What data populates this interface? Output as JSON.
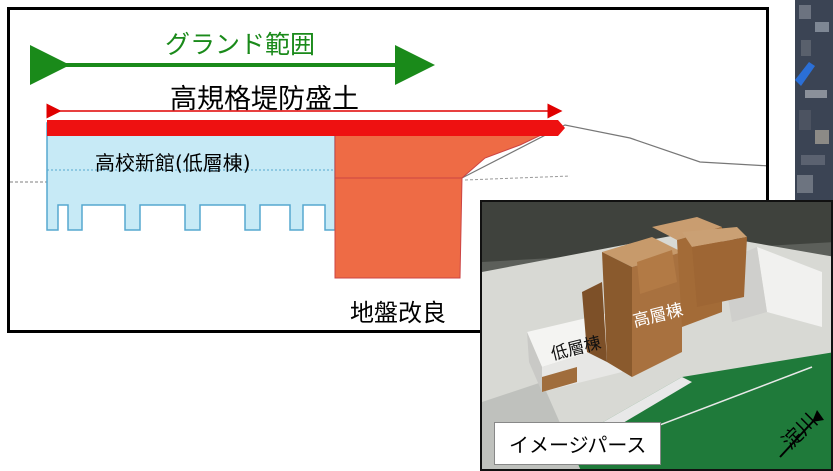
{
  "diagram": {
    "ground_range_label": "グランド範囲",
    "embankment_label": "高規格堤防盛土",
    "building_label": "高校新館(低層棟)",
    "soil_improvement_label": "地盤改良",
    "colors": {
      "ground_arrow": "#1a8a1a",
      "embankment_arrow": "#e00000",
      "building_fill": "#c7eaf6",
      "building_stroke": "#56a8cf",
      "soil_fill": "#ee6b45",
      "road_bar": "#ee1111"
    }
  },
  "photo": {
    "high_rise_label": "高層棟",
    "low_rise_label": "低層棟",
    "caption": "イメージパース",
    "river_label": "淀川"
  }
}
